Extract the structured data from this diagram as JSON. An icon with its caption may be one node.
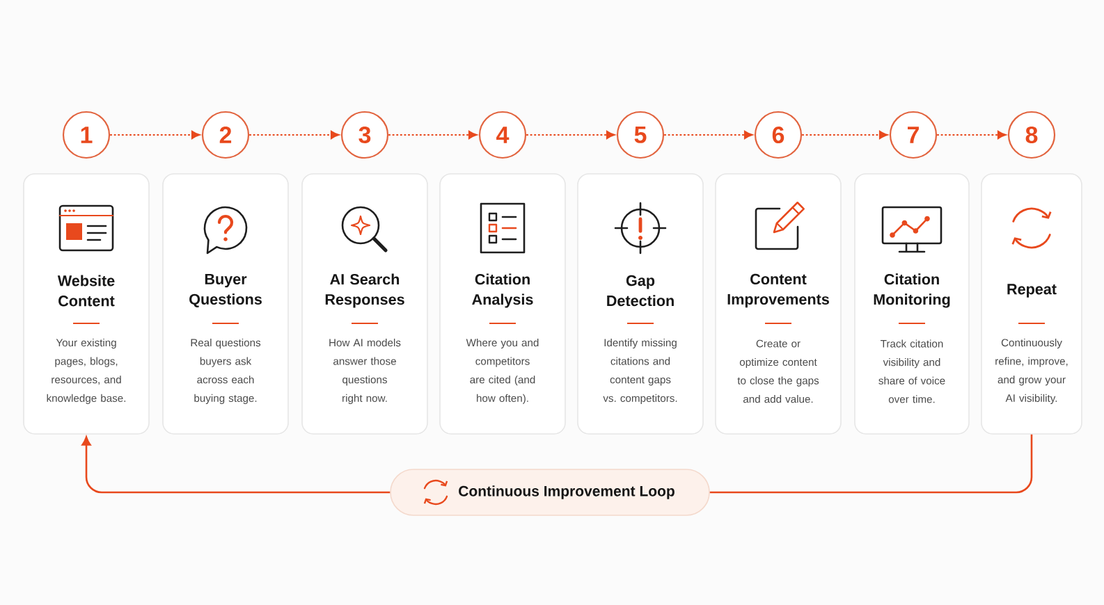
{
  "diagram": {
    "nodes": [
      {
        "text": [
          "1"
        ]
      },
      {
        "text": [
          "2"
        ]
      },
      {
        "text": [
          "3"
        ]
      },
      {
        "text": [
          "4"
        ]
      },
      {
        "text": [
          "5"
        ]
      },
      {
        "text": [
          "6"
        ]
      },
      {
        "text": [
          "7"
        ]
      },
      {
        "text": [
          "8"
        ]
      },
      {
        "text": [
          "Website Content",
          "Your existing pages, blogs, resources, and knowledge base."
        ]
      },
      {
        "text": [
          "Buyer Questions",
          "Real questions buyers ask across each buying stage."
        ]
      },
      {
        "text": [
          "AI Search Responses",
          "How AI models answer those questions right now."
        ]
      },
      {
        "text": [
          "Citation Analysis",
          "Where you and competitors are cited (and how often)."
        ]
      },
      {
        "text": [
          "Gap Detection",
          "Identify missing citations and content gaps vs. competitors."
        ]
      },
      {
        "text": [
          "Content Improvements",
          "Create or optimize content to close the gaps and add value."
        ]
      },
      {
        "text": [
          "Citation Monitoring",
          "Track citation visibility and share of voice over time."
        ]
      },
      {
        "text": [
          "Repeat",
          "Continuously refine, improve, and grow your AI visibility."
        ]
      },
      {
        "text": [
          "Continuous Improvement Loop"
        ]
      }
    ],
    "edges": [
      {
        "from": 0,
        "to": 1,
        "arrow": "to",
        "style": "dashed"
      },
      {
        "from": 1,
        "to": 2,
        "arrow": "to",
        "style": "dashed"
      },
      {
        "from": 2,
        "to": 3,
        "arrow": "to",
        "style": "dashed"
      },
      {
        "from": 3,
        "to": 4,
        "arrow": "to",
        "style": "dashed"
      },
      {
        "from": 4,
        "to": 5,
        "arrow": "to",
        "style": "dashed"
      },
      {
        "from": 5,
        "to": 6,
        "arrow": "to",
        "style": "dashed"
      },
      {
        "from": 6,
        "to": 7,
        "arrow": "to",
        "style": "dashed"
      },
      {
        "from": 15,
        "to": 16,
        "arrow": "none"
      },
      {
        "from": 16,
        "to": 8,
        "arrow": "to"
      }
    ]
  }
}
